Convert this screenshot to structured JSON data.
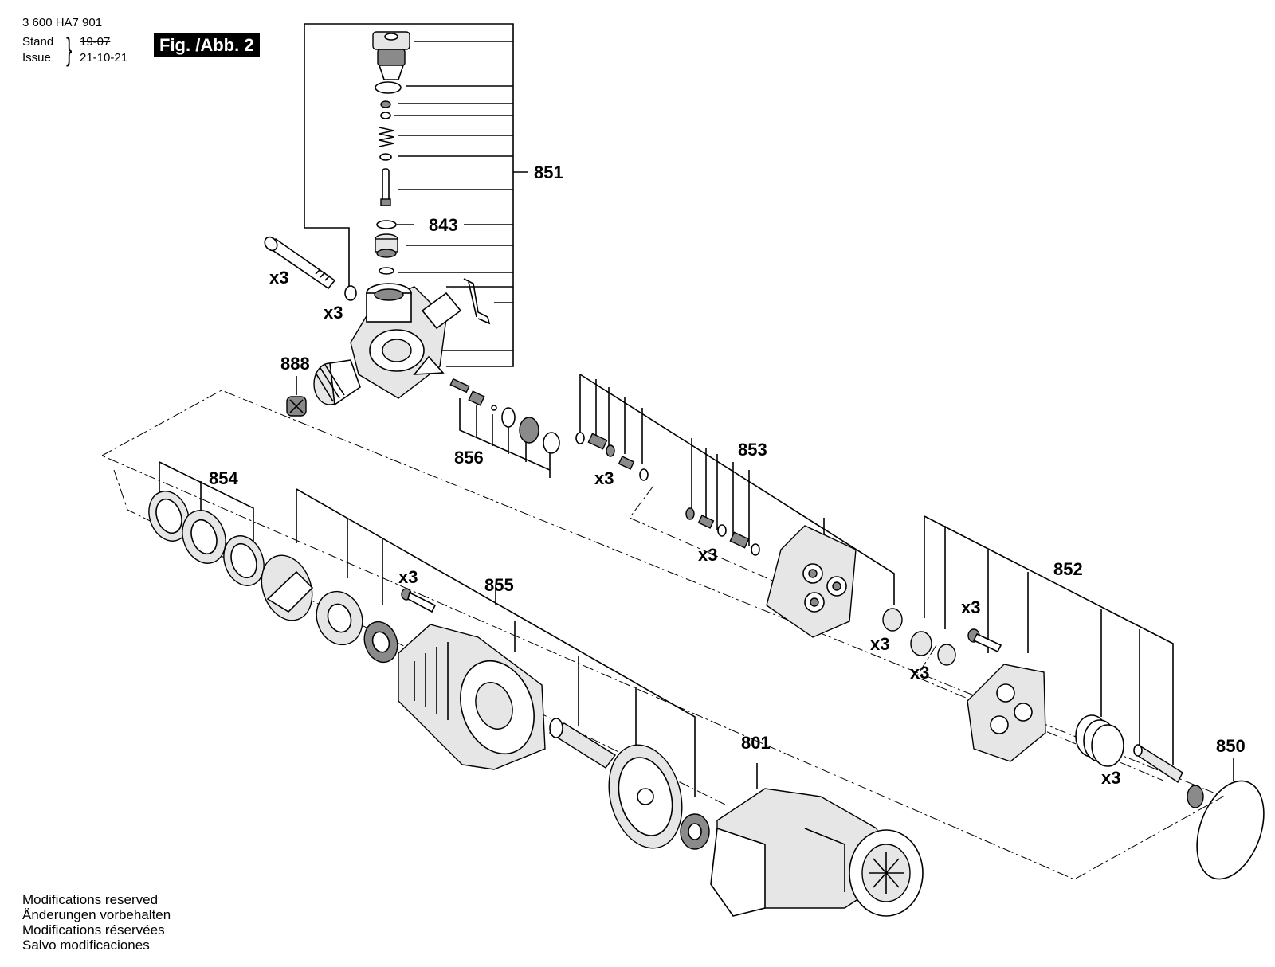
{
  "header": {
    "doc_number": "3 600 HA7 901",
    "stand_label": "Stand",
    "issue_label": "Issue",
    "stand_date": "19-07",
    "issue_date": "21-10-21",
    "figure_label": "Fig. /Abb. 2"
  },
  "callouts": {
    "c851": "851",
    "c843": "843",
    "c888": "888",
    "c856": "856",
    "c853": "853",
    "c854": "854",
    "c855": "855",
    "c852": "852",
    "c801": "801",
    "c850": "850"
  },
  "quantities": {
    "q_bolt_top": "x3",
    "q_washer_top": "x3",
    "q_valves_853": "x3",
    "q_valves_853b": "x3",
    "q_screw_855": "x3",
    "q_seal_a": "x3",
    "q_seal_b": "x3",
    "q_screw_852": "x3",
    "q_piston": "x3"
  },
  "footer": {
    "line1": "Modifications reserved",
    "line2": "Änderungen vorbehalten",
    "line3": "Modifications réservées",
    "line4": "Salvo modificaciones"
  }
}
